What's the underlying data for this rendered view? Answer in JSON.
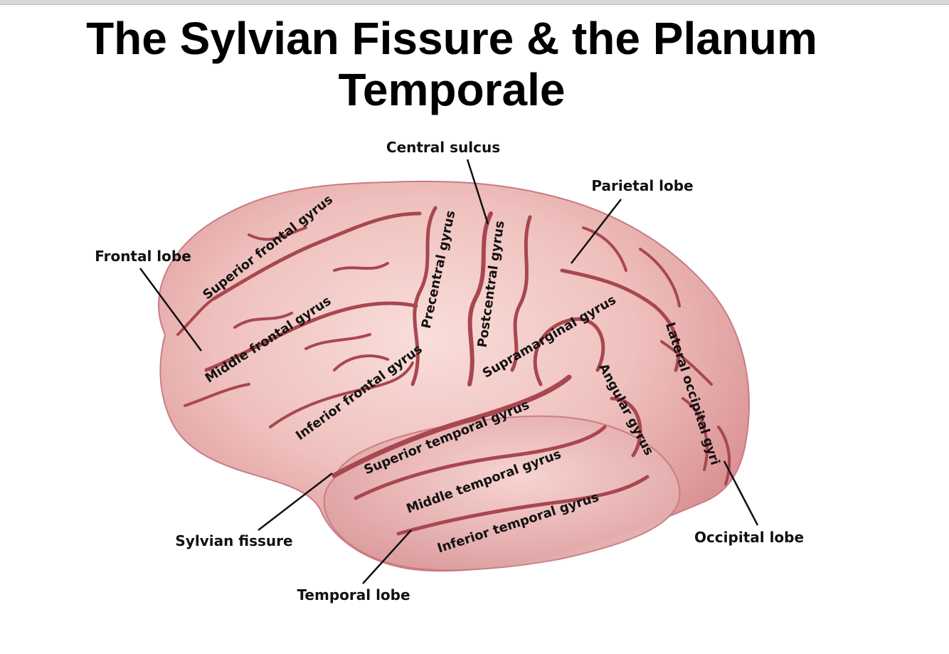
{
  "title": {
    "line1": "The Sylvian Fissure & the Planum",
    "line2": "Temporale"
  },
  "labels": {
    "central_sulcus": "Central sulcus",
    "parietal_lobe": "Parietal lobe",
    "frontal_lobe": "Frontal lobe",
    "sylvian_fissure": "Sylvian fissure",
    "temporal_lobe": "Temporal lobe",
    "occipital_lobe": "Occipital lobe",
    "superior_frontal_gyrus": "Superior frontal gyrus",
    "middle_frontal_gyrus": "Middle frontal gyrus",
    "inferior_frontal_gyrus": "Inferior frontal gyrus",
    "precentral_gyrus": "Precentral gyrus",
    "postcentral_gyrus": "Postcentral gyrus",
    "supramarginal_gyrus": "Supramarginal gyrus",
    "angular_gyrus": "Angular gyrus",
    "lateral_occipital_gyri": "Lateral occipital gyri",
    "superior_temporal_gyrus": "Superior temporal gyrus",
    "middle_temporal_gyrus": "Middle temporal gyrus",
    "inferior_temporal_gyrus": "Inferior temporal gyrus"
  },
  "colors": {
    "cortex": "#eab6b4",
    "cortex_highlight": "#f7d8d5",
    "sulcus": "#a8474f"
  }
}
